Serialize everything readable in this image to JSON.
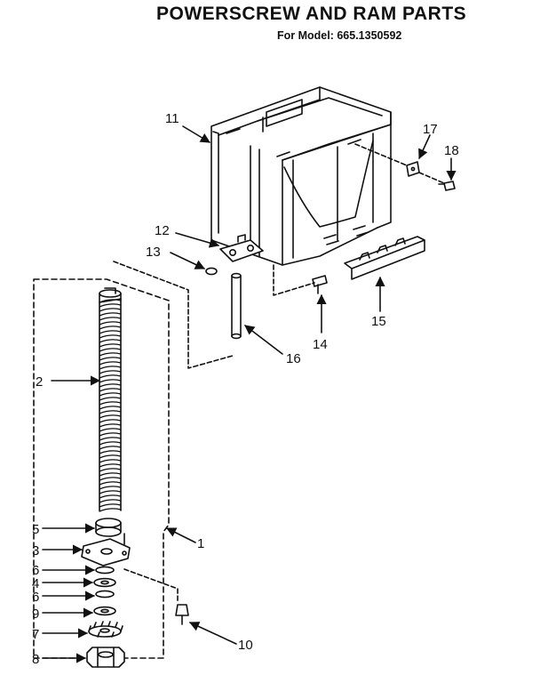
{
  "header": {
    "title": "POWERSCREW AND RAM PARTS",
    "subtitle": "For Model: 665.1350592"
  },
  "callouts": [
    {
      "id": "c11",
      "text": "11"
    },
    {
      "id": "c17",
      "text": "17"
    },
    {
      "id": "c18",
      "text": "18"
    },
    {
      "id": "c12",
      "text": "12"
    },
    {
      "id": "c13",
      "text": "13"
    },
    {
      "id": "c14",
      "text": "14"
    },
    {
      "id": "c15",
      "text": "15"
    },
    {
      "id": "c16",
      "text": "16"
    },
    {
      "id": "c2",
      "text": "2"
    },
    {
      "id": "c1",
      "text": "1"
    },
    {
      "id": "c5",
      "text": "5"
    },
    {
      "id": "c3",
      "text": "3"
    },
    {
      "id": "c6a",
      "text": "6"
    },
    {
      "id": "c4",
      "text": "4"
    },
    {
      "id": "c6b",
      "text": "6"
    },
    {
      "id": "c9",
      "text": "9"
    },
    {
      "id": "c7",
      "text": "7"
    },
    {
      "id": "c8",
      "text": "8"
    },
    {
      "id": "c10",
      "text": "10"
    }
  ]
}
